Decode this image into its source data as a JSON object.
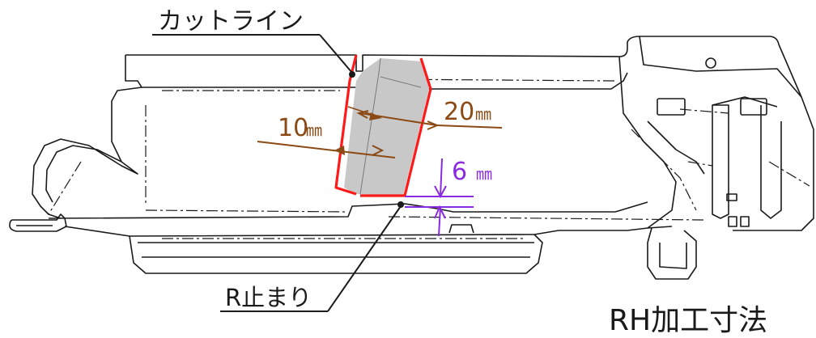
{
  "diagram": {
    "callouts": {
      "cut_line": "カットライン",
      "r_stop": "R止まり"
    },
    "dimensions": {
      "dim_10": {
        "value": "10",
        "unit": "㎜"
      },
      "dim_20": {
        "value": "20",
        "unit": "㎜"
      },
      "dim_6": {
        "value": "6",
        "unit": "㎜"
      }
    },
    "caption": "RH加工寸法",
    "colors": {
      "outline": "#1a1a1a",
      "cut_region_fill": "#c8c8c8",
      "cut_outline": "#ff1a1a",
      "dimension_brown": "#8b4a14",
      "dimension_purple": "#8a2be2"
    }
  }
}
